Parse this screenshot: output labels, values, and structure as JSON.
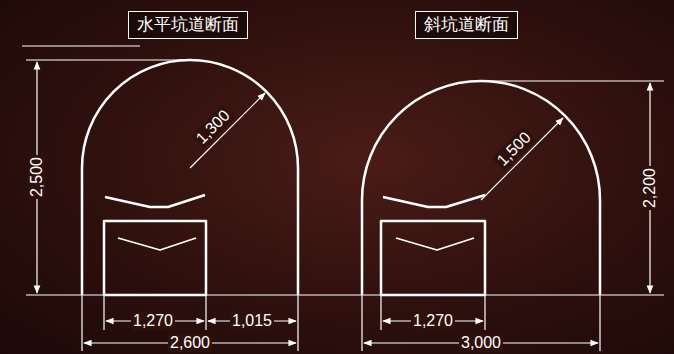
{
  "diagram": {
    "nodes": [
      {
        "text": [
          "水平坑道断面"
        ]
      },
      {
        "text": [
          "斜坑道断面"
        ]
      }
    ],
    "labels": [
      "2,500",
      "1,300",
      "1,270",
      "1,015",
      "2,600",
      "1,500",
      "2,200",
      "1,270",
      "3,000"
    ]
  }
}
